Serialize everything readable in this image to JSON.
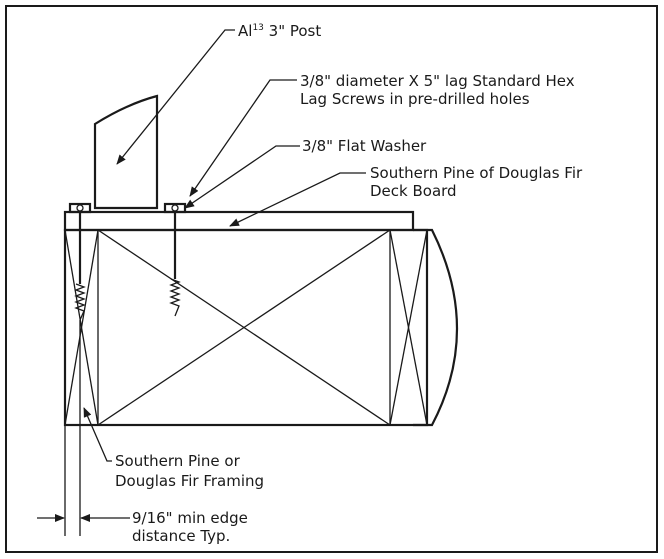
{
  "labels": {
    "post": {
      "prefix": "Al",
      "superscript": "13",
      "suffix": " 3\" Post"
    },
    "lag_screws": {
      "line1": "3/8\" diameter X 5\" lag Standard Hex",
      "line2": "Lag Screws in pre-drilled holes"
    },
    "washer": "3/8\" Flat Washer",
    "deck_board": {
      "line1": "Southern Pine of Douglas Fir",
      "line2": "Deck Board"
    },
    "framing": {
      "line1": "Southern Pine or",
      "line2": "Douglas Fir Framing"
    },
    "edge_distance": {
      "line1": "9/16\" min edge",
      "line2": "distance Typ."
    }
  }
}
